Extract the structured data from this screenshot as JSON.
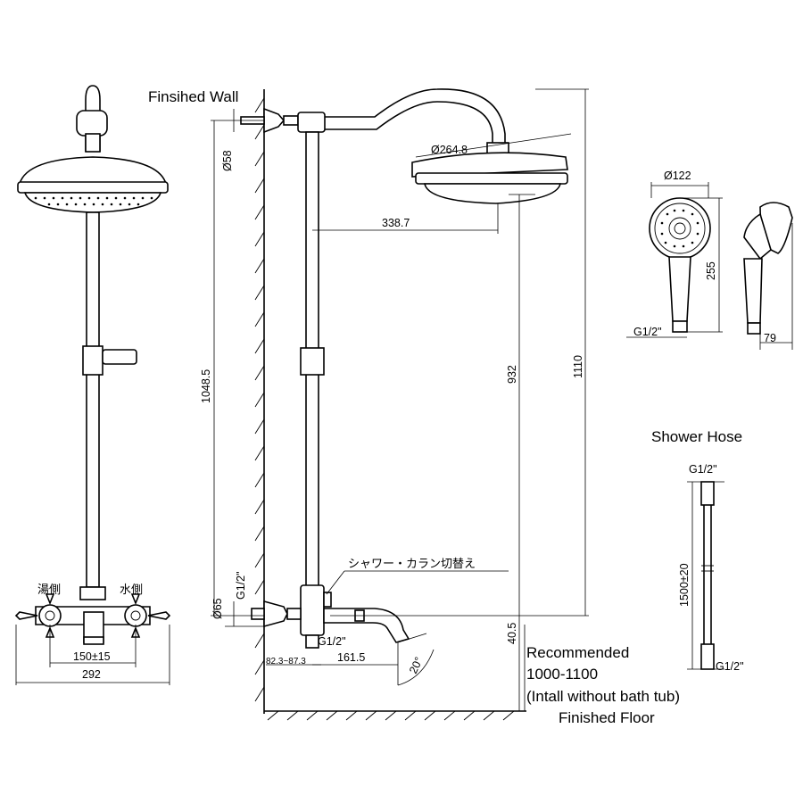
{
  "labels": {
    "finished_wall": "Finsihed Wall",
    "shower_hose": "Shower Hose",
    "recommended": "Recommended",
    "height_range": "1000-1100",
    "install_note": "(Intall without bath tub)",
    "finished_floor": "Finished Floor",
    "hot_side": "湯側",
    "cold_side": "水側",
    "diverter_label": "シャワー・カラン切替え"
  },
  "dimensions": {
    "head_diameter": "Ø264.8",
    "wall_flange_diameter": "Ø58",
    "arm_reach": "338.7",
    "total_height": "1048.5",
    "head_height": "932",
    "overall_height": "1110",
    "handset_diameter": "Ø122",
    "handset_length": "255",
    "handset_thread": "G1/2\"",
    "handset_depth": "79",
    "hose_thread_top": "G1/2\"",
    "hose_length": "1500±20",
    "hose_thread_bottom": "G1/2\"",
    "inlet_thread": "G1/2\"",
    "inlet_height": "Ø65",
    "outlet_thread": "G1/2\"",
    "wall_offset": "82.3~87.3",
    "spout_reach": "161.5",
    "spout_angle": "20°",
    "spout_height": "40.5",
    "center_distance": "150±15",
    "overall_width": "292"
  }
}
